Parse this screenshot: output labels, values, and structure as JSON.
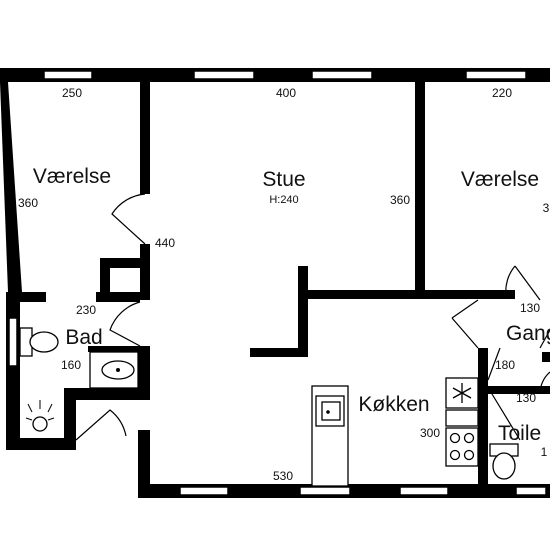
{
  "rooms": {
    "room_left": {
      "name": "Værelse",
      "width": "250",
      "depth": "360"
    },
    "living": {
      "name": "Stue",
      "ceiling_height": "H:240",
      "width": "400",
      "depth": "360"
    },
    "room_right": {
      "name": "Værelse",
      "width": "220",
      "depth": "3"
    },
    "bath": {
      "name": "Bad",
      "width": "230",
      "depth": "160"
    },
    "hall": {
      "name": "Gang",
      "width": "130",
      "depth": "180"
    },
    "kitchen": {
      "name": "Køkken",
      "depth": "300",
      "width": "530"
    },
    "toilet": {
      "name": "Toile",
      "width": "130",
      "depth": "1"
    }
  },
  "dimensions": {
    "living_depth_lower": "440"
  }
}
